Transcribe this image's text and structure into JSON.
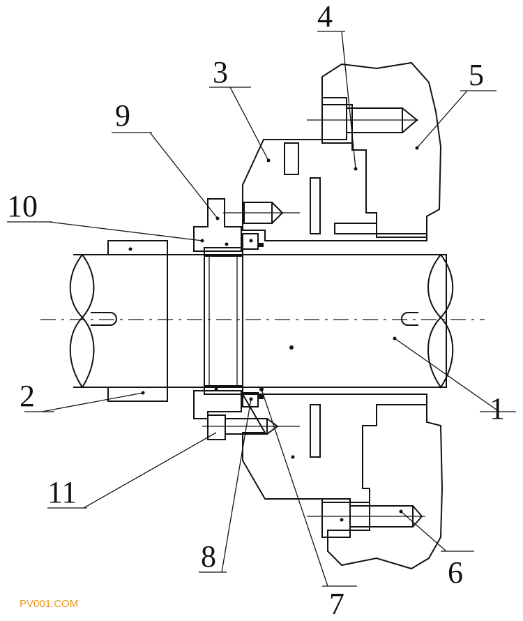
{
  "callouts": [
    {
      "id": "1",
      "label": "1"
    },
    {
      "id": "2",
      "label": "2"
    },
    {
      "id": "3",
      "label": "3"
    },
    {
      "id": "4",
      "label": "4"
    },
    {
      "id": "5",
      "label": "5"
    },
    {
      "id": "6",
      "label": "6"
    },
    {
      "id": "7",
      "label": "7"
    },
    {
      "id": "8",
      "label": "8"
    },
    {
      "id": "9",
      "label": "9"
    },
    {
      "id": "10",
      "label": "10"
    },
    {
      "id": "11",
      "label": "11"
    }
  ],
  "watermark": "PV001.COM",
  "colors": {
    "line": "#111111",
    "watermark": "#e8941a",
    "background": "#ffffff"
  }
}
